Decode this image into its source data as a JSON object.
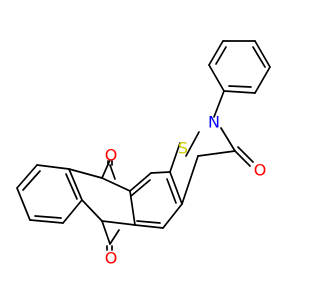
{
  "molecule": {
    "atoms": {
      "oxygen_top": {
        "symbol": "O",
        "color": "#ff0000"
      },
      "oxygen_bottom": {
        "symbol": "O",
        "color": "#ff0000"
      },
      "oxygen_right": {
        "symbol": "O",
        "color": "#ff0000"
      },
      "sulfur": {
        "symbol": "S",
        "color": "#cccc00"
      },
      "nitrogen": {
        "symbol": "N",
        "color": "#0000ff"
      }
    },
    "bond_color": "#000000"
  }
}
